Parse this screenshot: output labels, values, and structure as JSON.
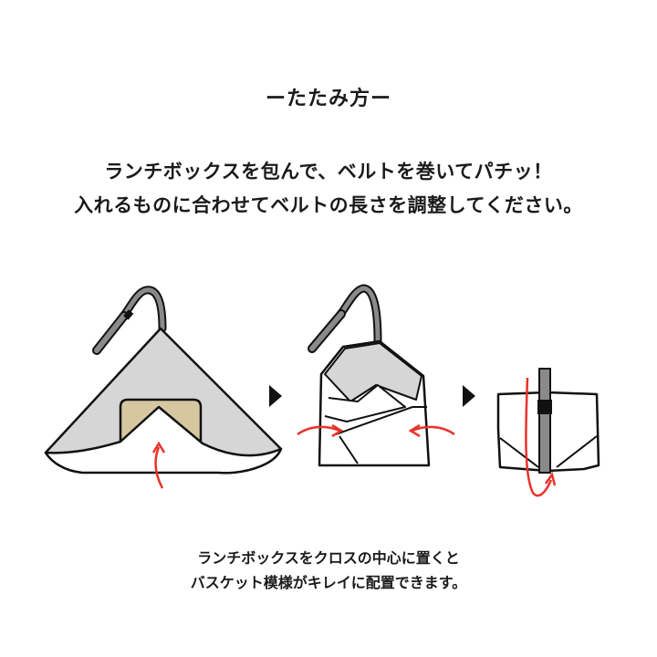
{
  "title": "ーたたみ方ー",
  "intro": {
    "line1": "ランチボックスを包んで、ベルトを巻いてパチッ！",
    "line2": "入れるものに合わせてベルトの長さを調整してください。"
  },
  "steps": [
    {
      "name": "step-1-place-box",
      "icons": [
        "cloth",
        "lunchbox",
        "belt",
        "fold-up-arrow"
      ]
    },
    {
      "name": "step-2-cross-fold",
      "icons": [
        "cloth",
        "belt",
        "fold-left-arrow",
        "fold-right-arrow"
      ]
    },
    {
      "name": "step-3-wrap-belt",
      "icons": [
        "wrapped-bundle",
        "belt",
        "buckle",
        "wrap-arrow"
      ]
    }
  ],
  "caption": {
    "line1": "ランチボックスをクロスの中心に置くと",
    "line2": "バスケット模様がキレイに配置できます。"
  },
  "colors": {
    "cloth": "#d6d6d6",
    "lunchbox": "#d6c7a1",
    "belt": "#8a8a8a",
    "arrow": "#e8332a",
    "outline": "#111111"
  }
}
